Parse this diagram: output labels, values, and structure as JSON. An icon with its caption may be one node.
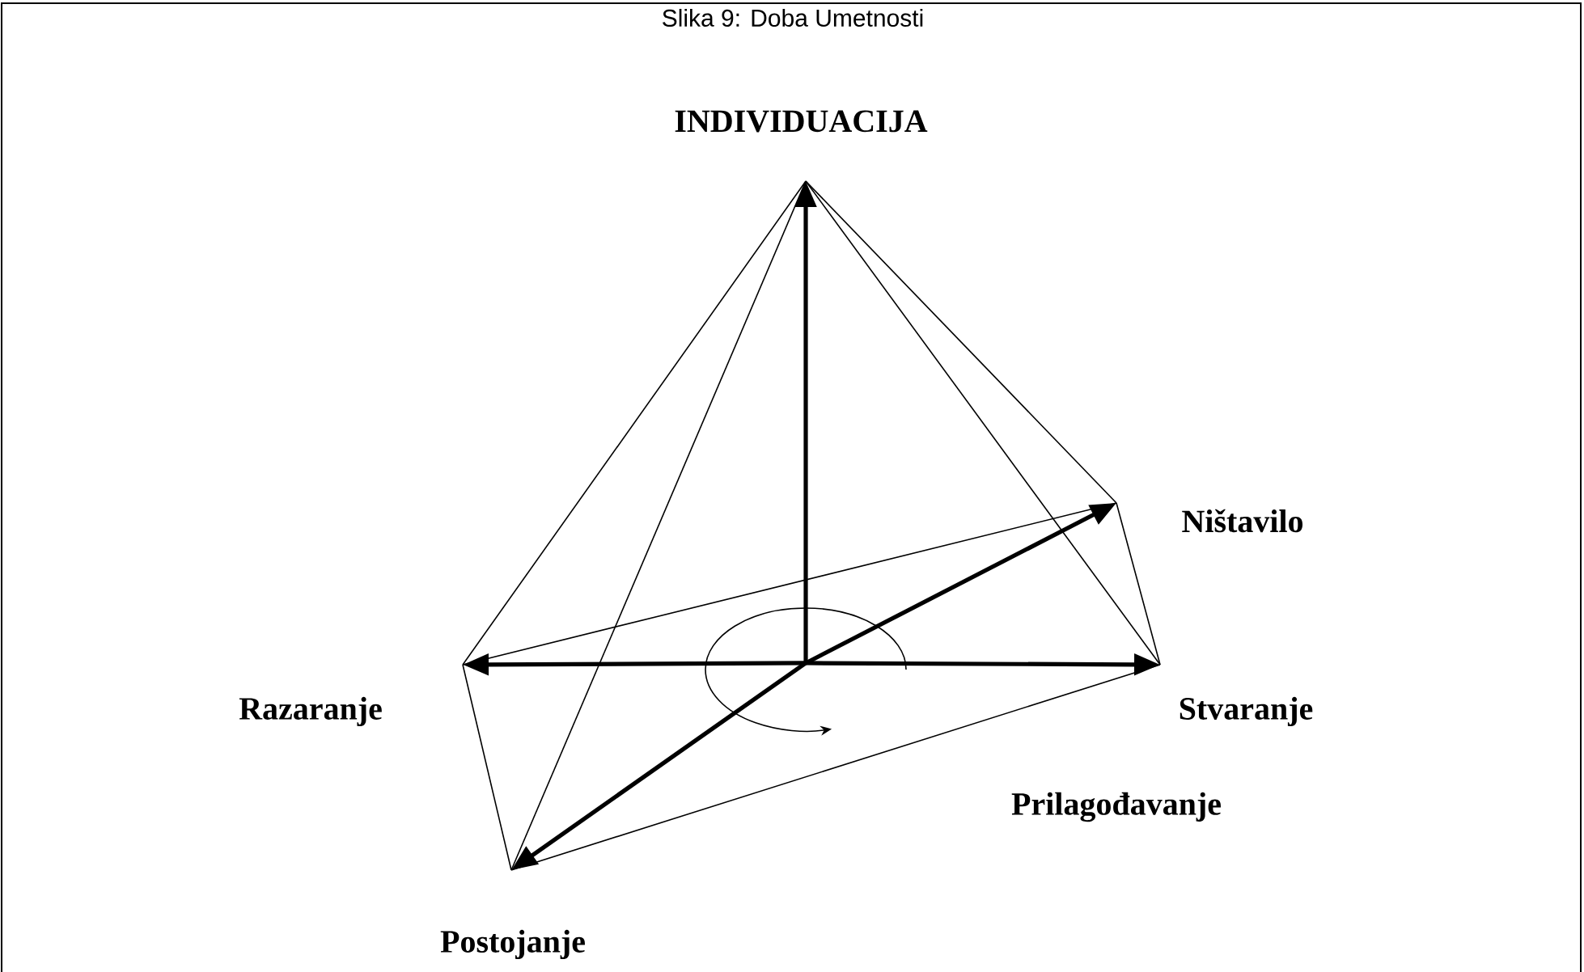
{
  "diagram": {
    "title": "Slika 9: Doba Umetnosti",
    "nodes": [
      {
        "text": [
          "INDIVIDUACIJA"
        ]
      },
      {
        "text": [
          "Ništavilo"
        ]
      },
      {
        "text": [
          "Razaranje"
        ]
      },
      {
        "text": [
          "Stvaranje"
        ]
      },
      {
        "text": [
          "Postojanje"
        ]
      }
    ],
    "edges": [
      {
        "from": null,
        "to": 0,
        "arrow": "to",
        "style": "thick"
      },
      {
        "from": null,
        "to": 1,
        "arrow": "to",
        "style": "thick"
      },
      {
        "from": null,
        "to": 2,
        "arrow": "to",
        "style": "thick"
      },
      {
        "from": null,
        "to": 3,
        "arrow": "to",
        "style": "thick"
      },
      {
        "from": null,
        "to": 4,
        "arrow": "to",
        "style": "thick"
      },
      {
        "from": 0,
        "to": 2,
        "arrow": "none"
      },
      {
        "from": 0,
        "to": 4,
        "arrow": "none"
      },
      {
        "from": 0,
        "to": 3,
        "arrow": "none"
      },
      {
        "from": 0,
        "to": 1,
        "arrow": "none"
      },
      {
        "from": 2,
        "to": 1,
        "arrow": "none"
      },
      {
        "from": 1,
        "to": 3,
        "arrow": "none"
      },
      {
        "from": 3,
        "to": 4,
        "arrow": "none"
      },
      {
        "from": 4,
        "to": 2,
        "arrow": "none"
      }
    ],
    "labels": [
      "Prilagođavanje"
    ]
  }
}
